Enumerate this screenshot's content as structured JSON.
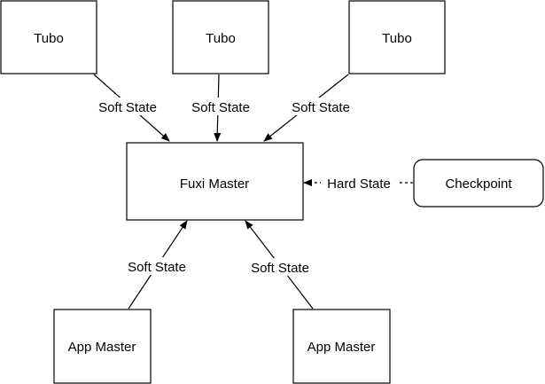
{
  "diagram": {
    "nodes": {
      "tubo_left": "Tubo",
      "tubo_center": "Tubo",
      "tubo_right": "Tubo",
      "fuxi_master": "Fuxi Master",
      "checkpoint": "Checkpoint",
      "app_master_left": "App Master",
      "app_master_right": "App Master"
    },
    "edges": {
      "tubo_left_to_fuxi": "Soft State",
      "tubo_center_to_fuxi": "Soft State",
      "tubo_right_to_fuxi": "Soft State",
      "checkpoint_to_fuxi": "Hard State",
      "app_left_to_fuxi": "Soft State",
      "app_right_to_fuxi": "Soft State"
    }
  }
}
